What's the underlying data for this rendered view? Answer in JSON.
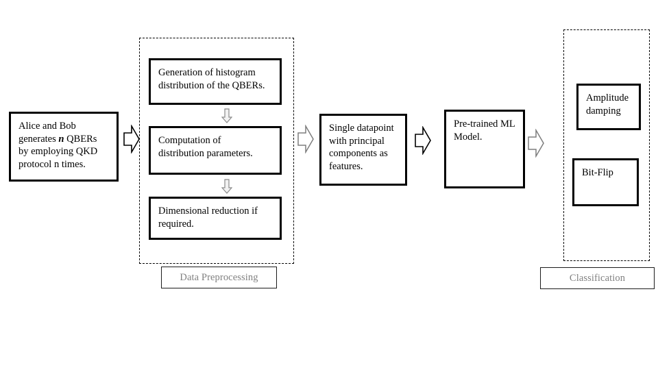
{
  "diagram": {
    "title": "QKD QBER machine-learning classification pipeline",
    "colors": {
      "node_border": "#000000",
      "node_fill": "#ffffff",
      "group_border": "#000000",
      "group_label_text": "#808080",
      "arrow_stroke_dark": "#000000",
      "arrow_stroke_light": "#808080",
      "arrow_fill": "#ffffff",
      "background": "#ffffff"
    },
    "nodes": {
      "source": {
        "line1": "Alice and Bob",
        "line2_prefix": "generates ",
        "line2_emphasis": "n",
        "line2_suffix": " QBERs",
        "line3": "by employing QKD",
        "line4": "protocol n times."
      },
      "histogram": {
        "text": "Generation of histogram\ndistribution of the QBERs."
      },
      "computation": {
        "text": "Computation of\ndistribution parameters."
      },
      "dim_reduction": {
        "text": "Dimensional reduction if\nrequired."
      },
      "datapoint": {
        "text": "Single datapoint\nwith principal\ncomponents as\nfeatures."
      },
      "ml_model": {
        "text": "Pre-trained ML\nModel."
      },
      "amplitude_damping": {
        "text": "Amplitude\ndamping"
      },
      "bit_flip": {
        "text": "Bit-Flip"
      }
    },
    "groups": {
      "preprocessing": {
        "label": "Data Preprocessing"
      },
      "classification": {
        "label": "Classification"
      }
    },
    "arrows": [
      {
        "name": "source-to-preprocessing",
        "direction": "right",
        "style": "dark"
      },
      {
        "name": "histogram-to-computation",
        "direction": "down",
        "style": "light"
      },
      {
        "name": "computation-to-dim-reduction",
        "direction": "down",
        "style": "light"
      },
      {
        "name": "preprocessing-to-datapoint",
        "direction": "right",
        "style": "light"
      },
      {
        "name": "datapoint-to-ml-model",
        "direction": "right",
        "style": "dark"
      },
      {
        "name": "ml-model-to-classification",
        "direction": "right",
        "style": "light"
      }
    ]
  }
}
